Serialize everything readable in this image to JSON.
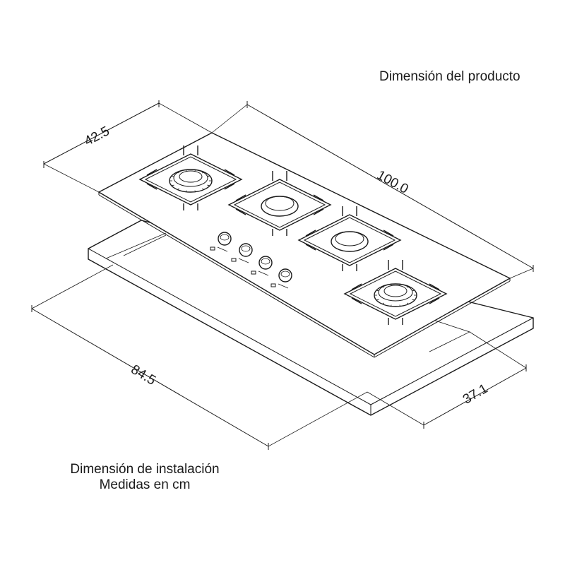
{
  "labels": {
    "product_dimension": "Dimensión del producto",
    "installation_dimension": "Dimensión de instalación",
    "units": "Medidas en cm"
  },
  "dimensions": {
    "product_width": "100.0",
    "product_depth": "42.5",
    "cutout_width": "84.5",
    "cutout_depth": "37.1"
  },
  "hob": {
    "burners": 4,
    "knobs": 4
  }
}
